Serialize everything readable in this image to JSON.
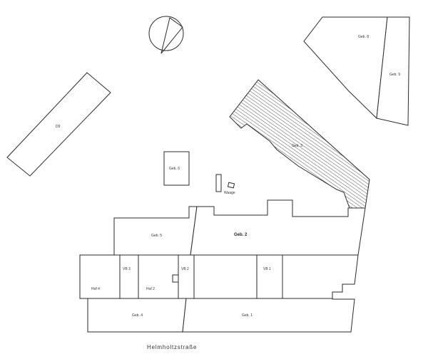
{
  "map": {
    "street": "Helmholtzstraße",
    "labels": {
      "geb1": "Geb. 1",
      "geb2": "Geb. 2",
      "geb3": "Geb. 3",
      "geb4": "Geb. 4",
      "geb5": "Geb. 5",
      "geb6": "Geb. 6",
      "geb8": "Geb. 8",
      "geb9": "Geb. 9",
      "d9": "D9",
      "waage": "Waage",
      "vb1": "VB 1",
      "vb2": "VB 2",
      "vb3": "VB 3",
      "hof2": "Hof 2",
      "hof4": "Hof 4"
    },
    "icons": {
      "north_arrow": "north-arrow-icon"
    },
    "colors": {
      "line": "#2b2b2b",
      "background": "#ffffff"
    }
  }
}
